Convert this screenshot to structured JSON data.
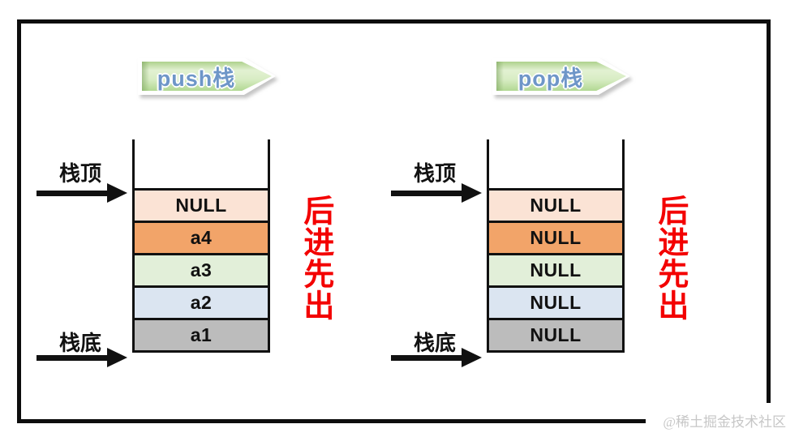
{
  "watermark": "@稀土掘金技术社区",
  "colors": {
    "frame_border": "#0d0d0d",
    "lifo_red": "#f30000",
    "banner_text_blue": "#6e96c8",
    "banner_green": "#cde7b5",
    "cell_peach": "#fbe3d5",
    "cell_orange": "#f2a469",
    "cell_green": "#e2efd9",
    "cell_blue": "#dbe5f1",
    "cell_gray": "#bcbcbc"
  },
  "panels": [
    {
      "banner": "push栈",
      "stack_top_label": "栈顶",
      "stack_bottom_label": "栈底",
      "lifo_text": "后进先出",
      "cells": [
        {
          "text": "NULL",
          "color": "#fbe3d5"
        },
        {
          "text": "a4",
          "color": "#f2a469"
        },
        {
          "text": "a3",
          "color": "#e2efd9"
        },
        {
          "text": "a2",
          "color": "#dbe5f1"
        },
        {
          "text": "a1",
          "color": "#bcbcbc"
        }
      ]
    },
    {
      "banner": "pop栈",
      "stack_top_label": "栈顶",
      "stack_bottom_label": "栈底",
      "lifo_text": "后进先出",
      "cells": [
        {
          "text": "NULL",
          "color": "#fbe3d5"
        },
        {
          "text": "NULL",
          "color": "#f2a469"
        },
        {
          "text": "NULL",
          "color": "#e2efd9"
        },
        {
          "text": "NULL",
          "color": "#dbe5f1"
        },
        {
          "text": "NULL",
          "color": "#bcbcbc"
        }
      ]
    }
  ]
}
